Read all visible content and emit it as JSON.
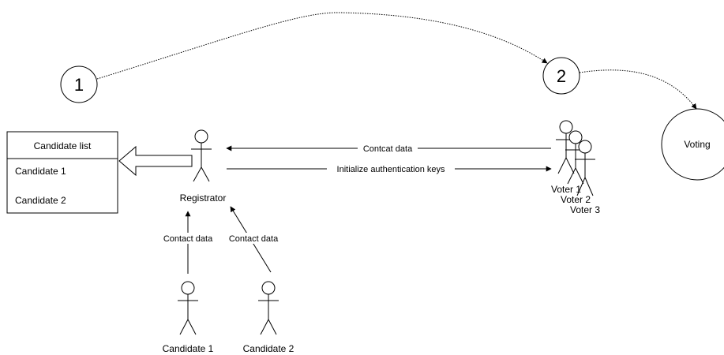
{
  "steps": {
    "one": "1",
    "two": "2",
    "voting": "Voting"
  },
  "candidate_list": {
    "header": "Candidate list",
    "items": [
      "Candidate 1",
      "Candidate 2"
    ]
  },
  "actors": {
    "registrator": "Registrator",
    "voter1": "Voter 1",
    "voter2": "Voter 2",
    "voter3": "Voter 3",
    "candidate1": "Candidate 1",
    "candidate2": "Candidate 2"
  },
  "edges": {
    "contact_data_voters": "Contcat data",
    "init_keys": "Initialize authentication keys",
    "contact_data_c1": "Contact data",
    "contact_data_c2": "Contact data"
  },
  "colors": {
    "stroke": "#000000",
    "background": "#ffffff"
  }
}
